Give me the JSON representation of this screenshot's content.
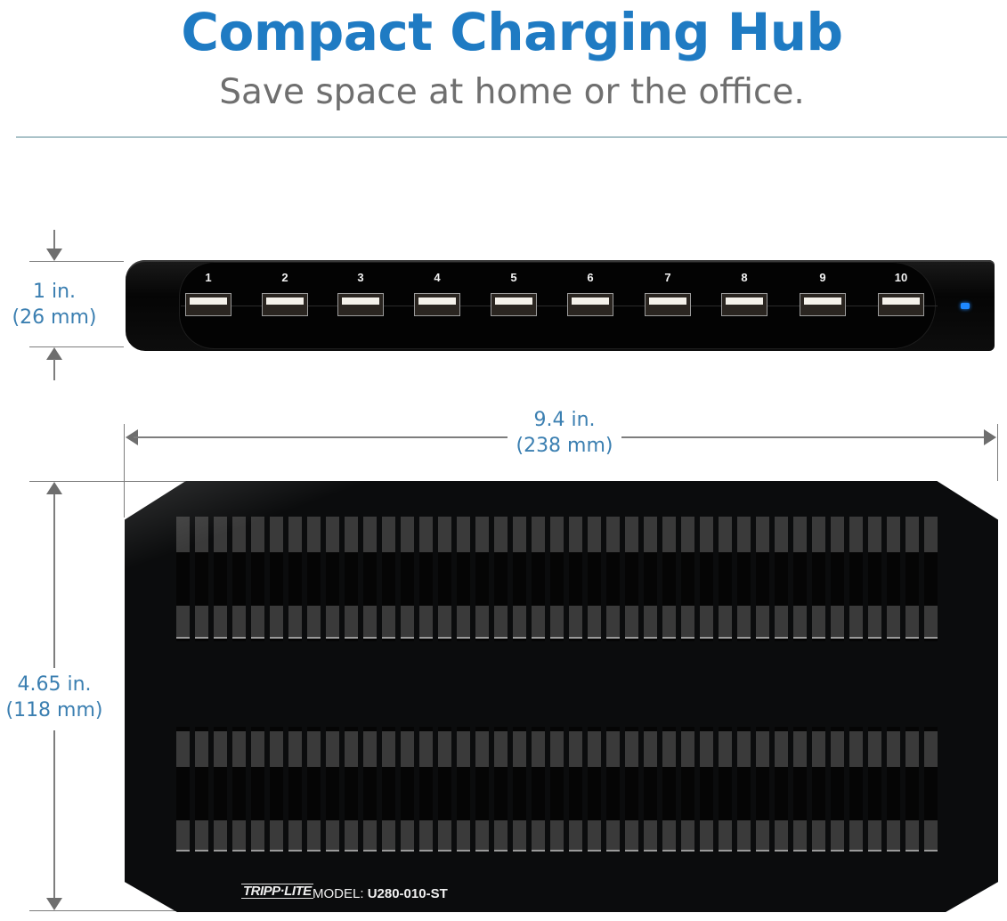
{
  "header": {
    "title": "Compact Charging Hub",
    "subtitle": "Save space at home or the office."
  },
  "colors": {
    "title": "#1f7bc3",
    "subtitle": "#6f6f6f",
    "dimension_text": "#3b7fb1",
    "divider": "#a9c2c8",
    "led": "#1e88ff"
  },
  "dimensions": {
    "height": {
      "imperial": "1 in.",
      "metric": "(26 mm)"
    },
    "width": {
      "imperial": "9.4 in.",
      "metric": "(238 mm)"
    },
    "depth": {
      "imperial": "4.65 in.",
      "metric": "(118 mm)"
    }
  },
  "front_view": {
    "ports": [
      {
        "label": "1"
      },
      {
        "label": "2"
      },
      {
        "label": "3"
      },
      {
        "label": "4"
      },
      {
        "label": "5"
      },
      {
        "label": "6"
      },
      {
        "label": "7"
      },
      {
        "label": "8"
      },
      {
        "label": "9"
      },
      {
        "label": "10"
      }
    ],
    "led_icon": "power-led-icon"
  },
  "top_view": {
    "brand": "TRIPP·LITE",
    "model_label": "MODEL:",
    "model_value": "U280-010-ST"
  }
}
